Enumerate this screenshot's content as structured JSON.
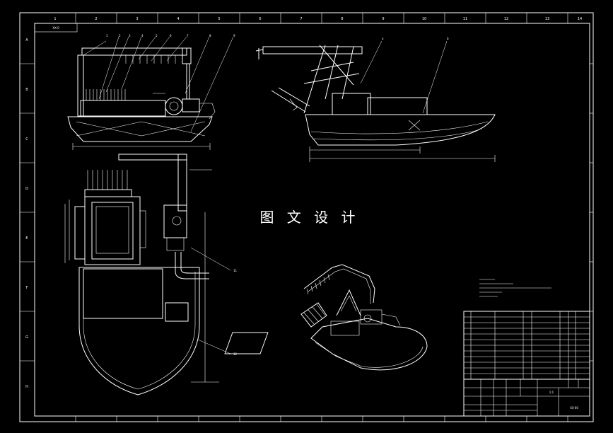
{
  "drawing": {
    "top_left_tag": "XX-0",
    "watermark": "图 文 设 计",
    "frame_numbers_top": [
      "1",
      "2",
      "3",
      "4",
      "5",
      "6",
      "7",
      "8",
      "9",
      "10",
      "11",
      "12",
      "13",
      "14"
    ],
    "frame_numbers_side": [
      "A",
      "B",
      "C",
      "D",
      "E",
      "F",
      "G",
      "H"
    ]
  },
  "views": {
    "front_view": {
      "balloons": [
        "1",
        "2",
        "3",
        "4",
        "5",
        "6",
        "7",
        "8",
        "9"
      ]
    },
    "side_view": {
      "balloons": [
        "a",
        "b"
      ]
    },
    "top_view": {
      "balloons": [
        "11",
        "12"
      ]
    },
    "isometric_view": {}
  },
  "title_block": {
    "drawing_no": "XX-00",
    "material": "",
    "scale": "1:1"
  }
}
